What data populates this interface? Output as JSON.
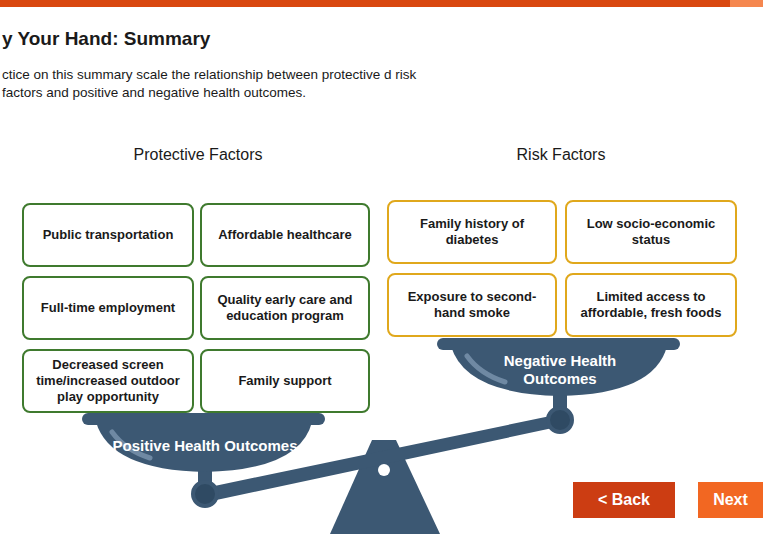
{
  "diagram": {
    "title": "y Your Hand: Summary",
    "nodes": [
      {
        "text": [
          "Public transportation"
        ]
      },
      {
        "text": [
          "Affordable healthcare"
        ]
      },
      {
        "text": [
          "Family history of diabetes"
        ]
      },
      {
        "text": [
          "Low socio-economic status"
        ]
      },
      {
        "text": [
          "Full-time employment"
        ]
      },
      {
        "text": [
          "Quality early care and education program"
        ]
      },
      {
        "text": [
          "Exposure to second-hand smoke"
        ]
      },
      {
        "text": [
          "Limited access to affordable, fresh foods"
        ]
      },
      {
        "text": [
          "Decreased screen time/increased outdoor play opportunity"
        ]
      },
      {
        "text": [
          "Family support"
        ]
      },
      {
        "text": [
          "Negative Health Outcomes"
        ]
      },
      {
        "text": [
          "Positive Health Outcomes"
        ]
      },
      {
        "text": [
          "< Back"
        ]
      },
      {
        "text": [
          "Next"
        ]
      }
    ],
    "labels": [
      "ctice on this summary scale the relationship between protective d risk factors and positive and negative health outcomes.",
      "Protective Factors",
      "Risk Factors"
    ]
  }
}
